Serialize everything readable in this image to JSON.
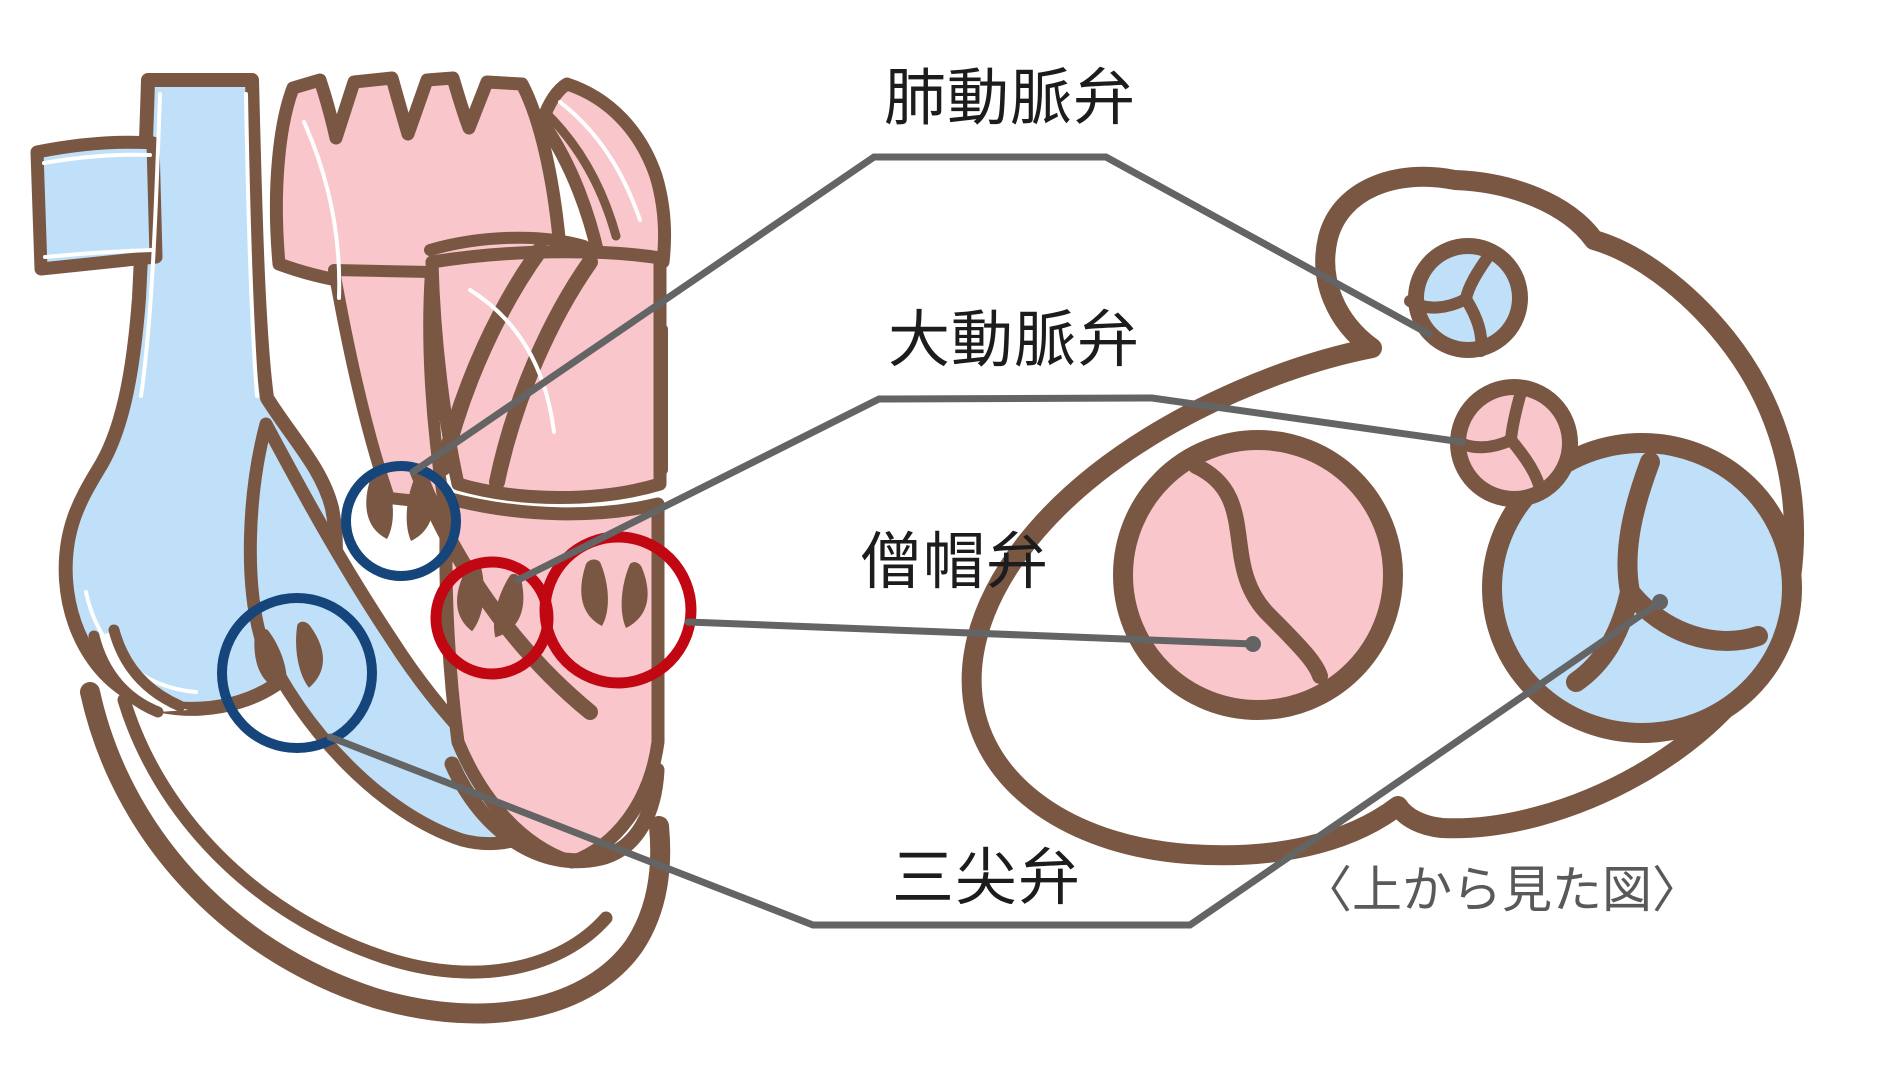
{
  "labels": {
    "pulmonary_valve": "肺動脈弁",
    "aortic_valve": "大動脈弁",
    "mitral_valve": "僧帽弁",
    "tricuspid_valve": "三尖弁"
  },
  "caption": {
    "top_view": "〈上から見た図〉"
  },
  "colors": {
    "venous_blue": "#bfe0f8",
    "arterial_pink": "#f9c6cb",
    "outline_brown": "#7a5743",
    "marker_navy": "#15457b",
    "marker_red": "#c00712",
    "leader_gray": "#646464",
    "label_text": "#1c1c1c",
    "caption_text": "#595959",
    "background": "#ffffff"
  }
}
